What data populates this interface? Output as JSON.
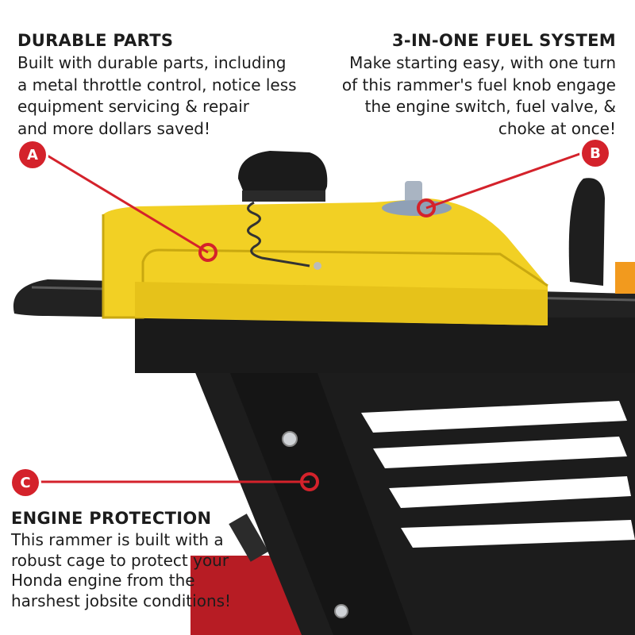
{
  "colors": {
    "accent": "#d4222b",
    "fuel_tank": "#f2d024",
    "frame": "#1a1a1a"
  },
  "callouts": {
    "a": {
      "marker": "A",
      "title": "DURABLE PARTS",
      "lines": [
        "Built with durable parts, including",
        "a metal throttle control, notice less",
        "equipment servicing & repair",
        "and more dollars saved!"
      ]
    },
    "b": {
      "marker": "B",
      "title": "3-IN-ONE FUEL SYSTEM",
      "lines": [
        "Make starting easy, with one turn",
        "of this rammer's fuel knob engage",
        "the engine switch, fuel valve, &",
        "choke at once!"
      ]
    },
    "c": {
      "marker": "C",
      "title": "ENGINE PROTECTION",
      "lines": [
        "This rammer is built with a",
        "robust cage to protect your",
        "Honda engine from the",
        "harshest jobsite conditions!"
      ]
    }
  }
}
